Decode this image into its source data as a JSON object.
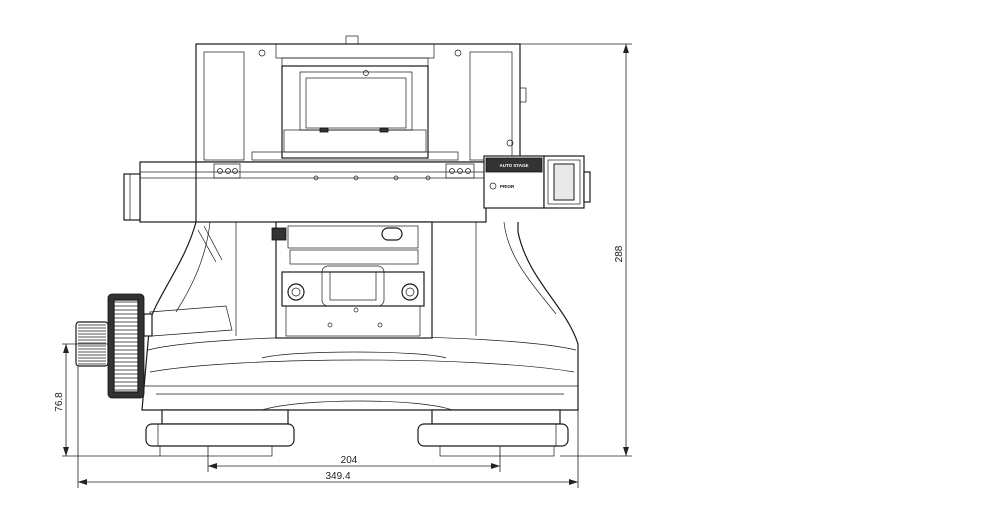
{
  "dimensions": {
    "height_overall": "288",
    "foot_height": "76.8",
    "foot_spacing": "204",
    "width_overall": "349.4"
  },
  "labels": {
    "stage_label": "AUTO STAGE",
    "brand_label": "PRIOR"
  }
}
